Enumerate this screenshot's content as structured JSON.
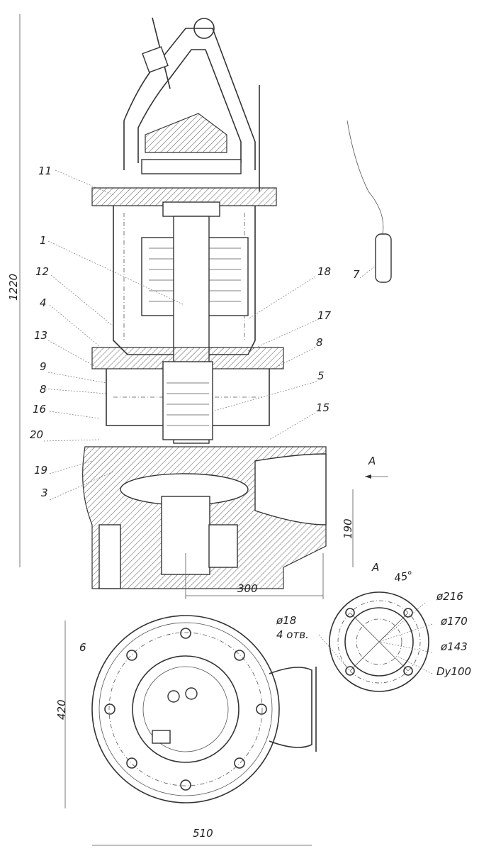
{
  "drawing": {
    "callouts": [
      "11",
      "1",
      "12",
      "4",
      "13",
      "9",
      "8",
      "16",
      "20",
      "19",
      "3",
      "18",
      "17",
      "8",
      "5",
      "15",
      "7",
      "6"
    ],
    "dimensions": {
      "height_total": "1220",
      "outlet_height": "190",
      "outlet_offset": "300",
      "plan_depth": "420",
      "plan_width": "510"
    },
    "view_a": {
      "arrow_label": "A",
      "title": "A",
      "angle": "45°",
      "d_outer": "ø216",
      "d_bolt_circle": "ø170",
      "d_inner": "ø143",
      "nominal_bore": "Dy100",
      "hole_diameter": "ø18",
      "hole_count": "4 отв."
    }
  }
}
